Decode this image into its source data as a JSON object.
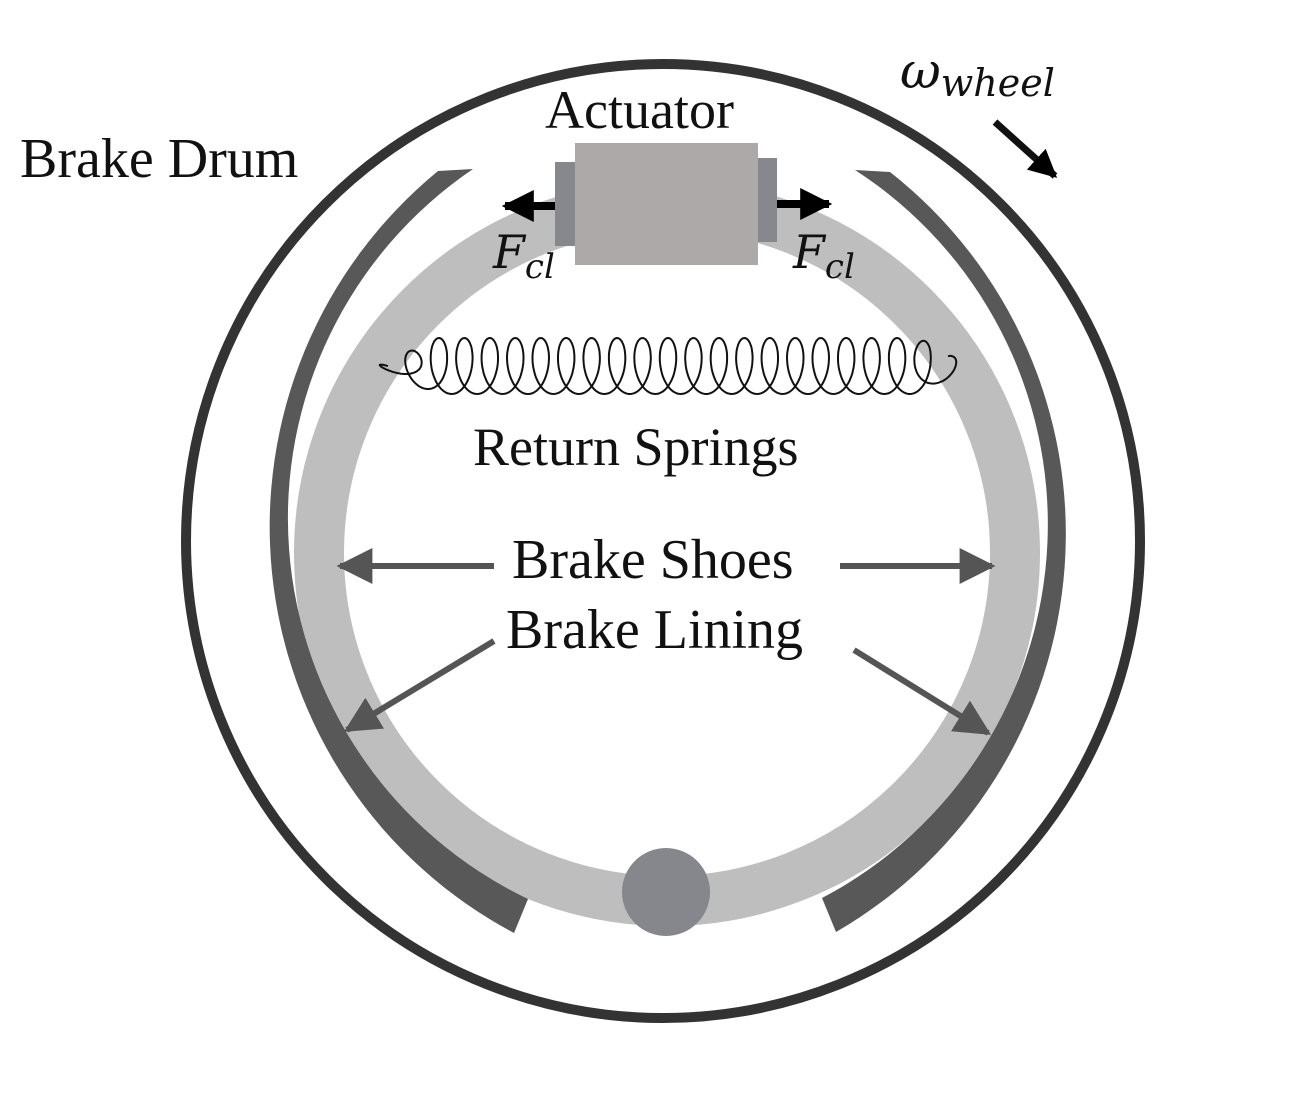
{
  "diagram": {
    "labels": {
      "brake_drum": "Brake Drum",
      "actuator": "Actuator",
      "return_springs": "Return Springs",
      "brake_shoes": "Brake Shoes",
      "brake_lining": "Brake Lining"
    },
    "symbols": {
      "omega": "ω",
      "omega_sub": "wheel",
      "force_left": "F",
      "force_left_sub": "cl",
      "force_right": "F",
      "force_right_sub": "cl"
    },
    "colors": {
      "drum_ring": "#333333",
      "lining": "#585858",
      "shoe": "#bebebe",
      "actuator_body": "#aca9a8",
      "actuator_piston": "#87888d",
      "pivot": "#86878c",
      "arrow": "#555555",
      "force_arrow": "#000000"
    }
  }
}
